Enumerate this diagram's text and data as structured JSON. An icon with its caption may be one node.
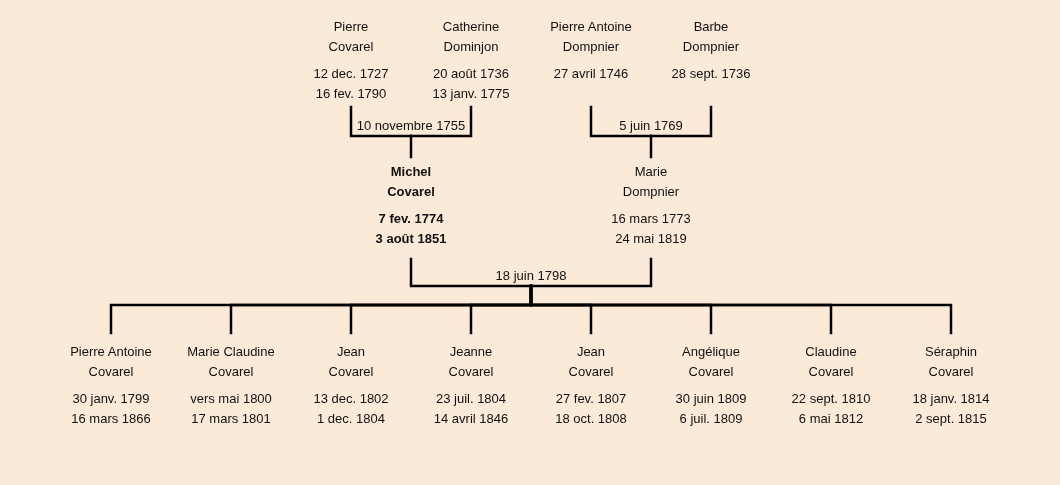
{
  "diagram": {
    "nodes": [
      {
        "text": [
          "Pierre Covarel",
          "12 dec. 1727",
          "16 fev. 1790"
        ]
      },
      {
        "text": [
          "Catherine Dominjon",
          "20 août 1736",
          "13 janv. 1775"
        ]
      },
      {
        "text": [
          "Pierre Antoine Dompnier",
          "27 avril 1746"
        ]
      },
      {
        "text": [
          "Barbe Dompnier",
          "28 sept. 1736"
        ]
      },
      {
        "text": [
          "10 novembre 1755"
        ]
      },
      {
        "text": [
          "5 juin 1769"
        ]
      },
      {
        "text": [
          "Michel Covarel",
          "7 fev. 1774",
          "3 août 1851"
        ]
      },
      {
        "text": [
          "Marie Dompnier",
          "16 mars 1773",
          "24 mai 1819"
        ]
      },
      {
        "text": [
          "18 juin 1798"
        ]
      },
      {
        "text": [
          "Pierre Antoine Covarel",
          "30 janv. 1799",
          "16 mars 1866"
        ]
      },
      {
        "text": [
          "Marie Claudine Covarel",
          "vers mai 1800",
          "17 mars 1801"
        ]
      },
      {
        "text": [
          "Jean Covarel",
          "13 dec. 1802",
          "1 dec. 1804"
        ]
      },
      {
        "text": [
          "Jeanne Covarel",
          "23 juil. 1804",
          "14 avril 1846"
        ]
      },
      {
        "text": [
          "Jean Covarel",
          "27 fev. 1807",
          "18 oct. 1808"
        ]
      },
      {
        "text": [
          "Angélique Covarel",
          "30 juin 1809",
          "6 juil. 1809"
        ]
      },
      {
        "text": [
          "Claudine Covarel",
          "22 sept. 1810",
          "6 mai 1812"
        ]
      },
      {
        "text": [
          "Séraphin Covarel",
          "18 janv. 1814",
          "2 sept. 1815"
        ]
      }
    ],
    "edges": [
      {
        "from": 0,
        "to": 4,
        "arrow": "none"
      },
      {
        "from": 1,
        "to": 4,
        "arrow": "none"
      },
      {
        "from": 2,
        "to": 5,
        "arrow": "none"
      },
      {
        "from": 3,
        "to": 5,
        "arrow": "none"
      },
      {
        "from": 4,
        "to": 6,
        "arrow": "none"
      },
      {
        "from": 5,
        "to": 7,
        "arrow": "none"
      },
      {
        "from": 6,
        "to": 8,
        "arrow": "none"
      },
      {
        "from": 7,
        "to": 8,
        "arrow": "none"
      },
      {
        "from": 8,
        "to": 9,
        "arrow": "none"
      },
      {
        "from": 8,
        "to": 10,
        "arrow": "none"
      },
      {
        "from": 8,
        "to": 11,
        "arrow": "none"
      },
      {
        "from": 8,
        "to": 12,
        "arrow": "none"
      },
      {
        "from": 8,
        "to": 13,
        "arrow": "none"
      },
      {
        "from": 8,
        "to": 14,
        "arrow": "none"
      },
      {
        "from": 8,
        "to": 15,
        "arrow": "none"
      },
      {
        "from": 8,
        "to": 16,
        "arrow": "none"
      }
    ]
  }
}
